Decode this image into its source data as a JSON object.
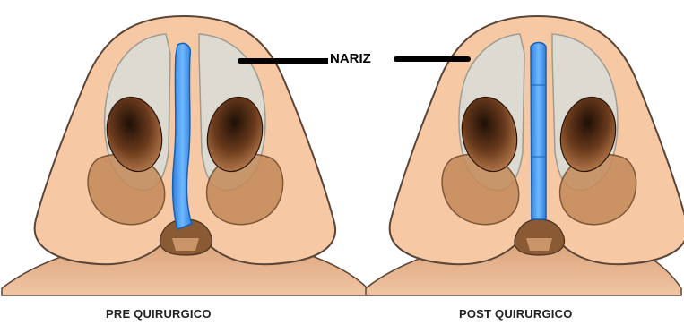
{
  "labels": {
    "center": "NARIZ",
    "left_caption": "PRE QUIRURGICO",
    "right_caption": "POST QUIRURGICO"
  },
  "colors": {
    "skin": "#f6c9a4",
    "skin_outline": "#5a4638",
    "cartilage": "#d7d7cf",
    "septum": "#3d8fe6",
    "nostril_dark": "#3a1f10",
    "nostril_light": "#c88452",
    "lip": "#e0a980"
  }
}
